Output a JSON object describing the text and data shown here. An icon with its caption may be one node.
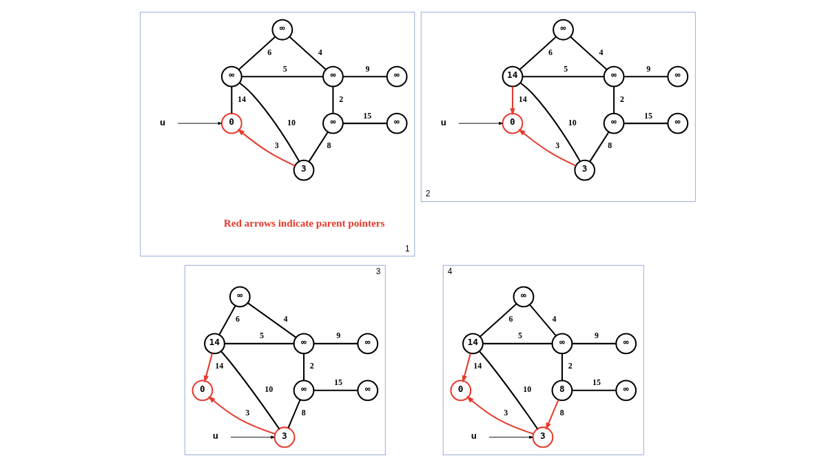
{
  "diagram": {
    "nodes": [
      {
        "text": [
          "1"
        ]
      },
      {
        "text": [
          "∞"
        ],
        "in": 0
      },
      {
        "text": [
          "∞"
        ],
        "in": 0
      },
      {
        "text": [
          "∞"
        ],
        "in": 0
      },
      {
        "text": [
          "∞"
        ],
        "in": 0
      },
      {
        "text": [
          "u"
        ],
        "in": 0
      },
      {
        "text": [
          "0"
        ],
        "in": 0
      },
      {
        "text": [
          "∞"
        ],
        "in": 0
      },
      {
        "text": [
          "∞"
        ],
        "in": 0
      },
      {
        "text": [
          "3"
        ],
        "in": 0
      },
      {
        "text": [
          "2"
        ]
      },
      {
        "text": [
          "∞"
        ],
        "in": 10
      },
      {
        "text": [
          "14"
        ],
        "in": 10
      },
      {
        "text": [
          "∞"
        ],
        "in": 10
      },
      {
        "text": [
          "∞"
        ],
        "in": 10
      },
      {
        "text": [
          "u"
        ],
        "in": 10
      },
      {
        "text": [
          "0"
        ],
        "in": 10
      },
      {
        "text": [
          "∞"
        ],
        "in": 10
      },
      {
        "text": [
          "∞"
        ],
        "in": 10
      },
      {
        "text": [
          "3"
        ],
        "in": 10
      },
      {
        "text": [
          "3"
        ]
      },
      {
        "text": [
          "∞"
        ],
        "in": 20
      },
      {
        "text": [
          "14"
        ],
        "in": 20
      },
      {
        "text": [
          "∞"
        ],
        "in": 20
      },
      {
        "text": [
          "∞"
        ],
        "in": 20
      },
      {
        "text": [
          "0"
        ],
        "in": 20
      },
      {
        "text": [
          "∞"
        ],
        "in": 20
      },
      {
        "text": [
          "∞"
        ],
        "in": 20
      },
      {
        "text": [
          "3"
        ],
        "in": 20
      },
      {
        "text": [
          "u"
        ],
        "in": 20
      },
      {
        "text": [
          "4"
        ]
      },
      {
        "text": [
          "∞"
        ],
        "in": 30
      },
      {
        "text": [
          "14"
        ],
        "in": 30
      },
      {
        "text": [
          "∞"
        ],
        "in": 30
      },
      {
        "text": [
          "∞"
        ],
        "in": 30
      },
      {
        "text": [
          "0"
        ],
        "in": 30
      },
      {
        "text": [
          "8"
        ],
        "in": 30
      },
      {
        "text": [
          "∞"
        ],
        "in": 30
      },
      {
        "text": [
          "3"
        ],
        "in": 30
      },
      {
        "text": [
          "u"
        ],
        "in": 30
      }
    ],
    "edges": [
      {
        "from": 1,
        "to": 2,
        "arrow": "none",
        "label": "6"
      },
      {
        "from": 1,
        "to": 3,
        "arrow": "none",
        "label": "4"
      },
      {
        "from": 2,
        "to": 3,
        "arrow": "none",
        "label": "5"
      },
      {
        "from": 3,
        "to": 4,
        "arrow": "none",
        "label": "9"
      },
      {
        "from": 2,
        "to": 6,
        "arrow": "none",
        "label": "14"
      },
      {
        "from": 2,
        "to": 9,
        "arrow": "none",
        "label": "10"
      },
      {
        "from": 3,
        "to": 7,
        "arrow": "none",
        "label": "2"
      },
      {
        "from": 7,
        "to": 8,
        "arrow": "none",
        "label": "15"
      },
      {
        "from": 9,
        "to": 6,
        "arrow": "to",
        "label": "3",
        "color": "#e53a2c"
      },
      {
        "from": 7,
        "to": 9,
        "arrow": "none",
        "label": "8"
      },
      {
        "from": 5,
        "to": 6,
        "arrow": "to"
      },
      {
        "from": 11,
        "to": 12,
        "arrow": "none",
        "label": "6"
      },
      {
        "from": 11,
        "to": 13,
        "arrow": "none",
        "label": "4"
      },
      {
        "from": 12,
        "to": 13,
        "arrow": "none",
        "label": "5"
      },
      {
        "from": 13,
        "to": 14,
        "arrow": "none",
        "label": "9"
      },
      {
        "from": 12,
        "to": 16,
        "arrow": "to",
        "label": "14",
        "color": "#e53a2c"
      },
      {
        "from": 12,
        "to": 19,
        "arrow": "none",
        "label": "10"
      },
      {
        "from": 13,
        "to": 17,
        "arrow": "none",
        "label": "2"
      },
      {
        "from": 17,
        "to": 18,
        "arrow": "none",
        "label": "15"
      },
      {
        "from": 19,
        "to": 16,
        "arrow": "to",
        "label": "3",
        "color": "#e53a2c"
      },
      {
        "from": 17,
        "to": 19,
        "arrow": "none",
        "label": "8"
      },
      {
        "from": 15,
        "to": 16,
        "arrow": "to"
      },
      {
        "from": 21,
        "to": 22,
        "arrow": "none",
        "label": "6"
      },
      {
        "from": 21,
        "to": 23,
        "arrow": "none",
        "label": "4"
      },
      {
        "from": 22,
        "to": 23,
        "arrow": "none",
        "label": "5"
      },
      {
        "from": 23,
        "to": 24,
        "arrow": "none",
        "label": "9"
      },
      {
        "from": 22,
        "to": 25,
        "arrow": "to",
        "label": "14",
        "color": "#e53a2c"
      },
      {
        "from": 22,
        "to": 28,
        "arrow": "none",
        "label": "10"
      },
      {
        "from": 23,
        "to": 26,
        "arrow": "none",
        "label": "2"
      },
      {
        "from": 26,
        "to": 27,
        "arrow": "none",
        "label": "15"
      },
      {
        "from": 28,
        "to": 25,
        "arrow": "to",
        "label": "3",
        "color": "#e53a2c"
      },
      {
        "from": 26,
        "to": 28,
        "arrow": "none",
        "label": "8"
      },
      {
        "from": 29,
        "to": 28,
        "arrow": "to"
      },
      {
        "from": 31,
        "to": 32,
        "arrow": "none",
        "label": "6"
      },
      {
        "from": 31,
        "to": 33,
        "arrow": "none",
        "label": "4"
      },
      {
        "from": 32,
        "to": 33,
        "arrow": "none",
        "label": "5"
      },
      {
        "from": 33,
        "to": 34,
        "arrow": "none",
        "label": "9"
      },
      {
        "from": 32,
        "to": 35,
        "arrow": "to",
        "label": "14",
        "color": "#e53a2c"
      },
      {
        "from": 32,
        "to": 38,
        "arrow": "none",
        "label": "10"
      },
      {
        "from": 33,
        "to": 36,
        "arrow": "none",
        "label": "2"
      },
      {
        "from": 36,
        "to": 37,
        "arrow": "none",
        "label": "15"
      },
      {
        "from": 38,
        "to": 35,
        "arrow": "to",
        "label": "3",
        "color": "#e53a2c"
      },
      {
        "from": 36,
        "to": 38,
        "arrow": "to",
        "label": "8",
        "color": "#e53a2c"
      },
      {
        "from": 39,
        "to": 38,
        "arrow": "to"
      }
    ],
    "labels": [
      "Red arrows indicate parent pointers"
    ]
  }
}
